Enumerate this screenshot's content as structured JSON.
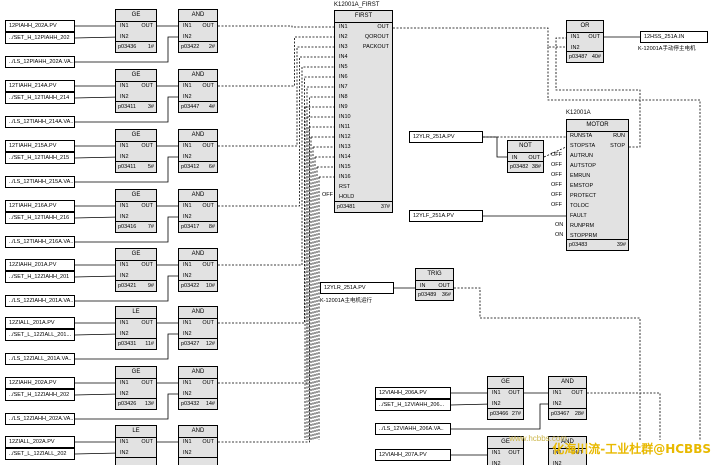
{
  "diagram": {
    "title_first": "K12001A_FIRST",
    "title_motor": "K12001A",
    "note_hss": "K-12001A手动停主电机",
    "note_ylr": "K-12001A主电机运行",
    "watermark": "化海川流-工业杜群@HCBBS",
    "watermark_sub": "www.hcbbs.com"
  },
  "tags": {
    "pv_202a": "12PIAHH_202A.PV",
    "set_202a": "../SET_H_12PIAHH_202",
    "ls_202a": "../LS_12PIAHH_202A.VA..",
    "pv_214a": "12TIAHH_214A.PV",
    "set_214a": "../SET_H_12TIAHH_214",
    "ls_214a": "../LS_12TIAHH_214A.VA..",
    "pv_215a": "12TIAHH_215A.PV",
    "set_215a": "../SET_H_12TIAHH_215",
    "ls_215a": "../LS_12TIAHH_215A.VA..",
    "pv_216a": "12TIAHH_216A.PV",
    "set_216a": "../SET_H_12TIAHH_216",
    "ls_216a": "../LS_12TIAHH_216A.VA..",
    "pv_201a": "12ZIAHH_201A.PV",
    "set_201a": "../SET_H_12ZIAHH_201",
    "ls_201a": "../LS_12ZIAHH_201A.VA..",
    "pv_201a_l": "12ZIALL_201A.PV",
    "set_201a_l": "../SET_L_12ZIALL_201...",
    "ls_201a_l": "../LS_12ZIALL_201A.VA..",
    "pv_202a_z": "12ZIAHH_202A.PV",
    "set_202a_z": "../SET_H_12ZIAHH_202",
    "ls_202a_z": "../LS_12ZIAHH_202A.VA..",
    "pv_bot": "12ZIALL_202A.PV",
    "set_bot": "../SET_L_12ZIALL_202",
    "hss_out": "12HSS_251A.IN",
    "ylr_pv1": "12YLR_251A.PV",
    "ylf_pv": "12YLF_251A.PV",
    "ylr_pv2": "12YLR_251A.PV",
    "via_pv": "12VIAHH_206A.PV",
    "via_set": "../SET_H_12VIAHH_206...",
    "via_ls": "../LS_12VIAHH_206A.VA..",
    "via_pv2": "12VIAHH_207A.PV"
  },
  "blocks": {
    "ge1": {
      "title": "GE",
      "id": "p03436",
      "no": "1#"
    },
    "and2": {
      "title": "AND",
      "id": "p03422",
      "no": "2#"
    },
    "ge3": {
      "title": "GE",
      "id": "p03411",
      "no": "3#"
    },
    "and4": {
      "title": "AND",
      "id": "p03447",
      "no": "4#"
    },
    "ge5": {
      "title": "GE",
      "id": "p03411",
      "no": "5#"
    },
    "and6": {
      "title": "AND",
      "id": "p03412",
      "no": "6#"
    },
    "ge7": {
      "title": "GE",
      "id": "p03416",
      "no": "7#"
    },
    "and8": {
      "title": "AND",
      "id": "p03417",
      "no": "8#"
    },
    "ge9": {
      "title": "GE",
      "id": "p03421",
      "no": "9#"
    },
    "and10": {
      "title": "AND",
      "id": "p03422",
      "no": "10#"
    },
    "le11": {
      "title": "LE",
      "id": "p03431",
      "no": "11#"
    },
    "and12": {
      "title": "AND",
      "id": "p03427",
      "no": "12#"
    },
    "ge13": {
      "title": "GE",
      "id": "p03426",
      "no": "13#"
    },
    "and14": {
      "title": "AND",
      "id": "p03432",
      "no": "14#"
    },
    "le15": {
      "title": "LE",
      "id": "",
      "no": ""
    },
    "and16": {
      "title": "AND",
      "id": "",
      "no": ""
    },
    "first": {
      "title": "FIRST",
      "id": "p03481",
      "no": "37#"
    },
    "or40": {
      "title": "OR",
      "id": "p03487",
      "no": "40#"
    },
    "not38": {
      "title": "NOT",
      "id": "p03482",
      "no": "38#"
    },
    "motor": {
      "title": "MOTOR",
      "id": "p03483",
      "no": "39#"
    },
    "trig36": {
      "title": "TRIG",
      "id": "p03489",
      "no": "36#"
    },
    "ge27": {
      "title": "GE",
      "id": "p03466",
      "no": "27#"
    },
    "and28": {
      "title": "AND",
      "id": "p03467",
      "no": "28#"
    },
    "ge29": {
      "title": "GE",
      "id": "",
      "no": ""
    },
    "and30": {
      "title": "AND",
      "id": "",
      "no": ""
    }
  },
  "pins": {
    "in1": "IN1",
    "in2": "IN2",
    "out": "OUT",
    "in": "IN",
    "first_in": [
      "IN1",
      "IN2",
      "IN3",
      "IN4",
      "IN5",
      "IN6",
      "IN7",
      "IN8",
      "IN9",
      "IN10",
      "IN11",
      "IN12",
      "IN13",
      "IN14",
      "IN15",
      "IN16",
      "RST",
      "HOLD"
    ],
    "first_out": [
      "OUT",
      "QOROUT",
      "PACKOUT"
    ],
    "off": "OFF",
    "motor_in": [
      "RUNSTA",
      "STOPSTA",
      "AUTRUN",
      "AUTSTOP",
      "EMRUN",
      "EMSTOP",
      "PROTECT",
      "TOLOC",
      "FAULT",
      "RUNPRM",
      "STOPPRM"
    ],
    "motor_in_prefix": [
      "",
      "",
      "OFF",
      "OFF",
      "OFF",
      "OFF",
      "OFF",
      "OFF",
      "",
      "ON",
      "ON"
    ],
    "motor_out": [
      "RUN",
      "STOP"
    ]
  }
}
